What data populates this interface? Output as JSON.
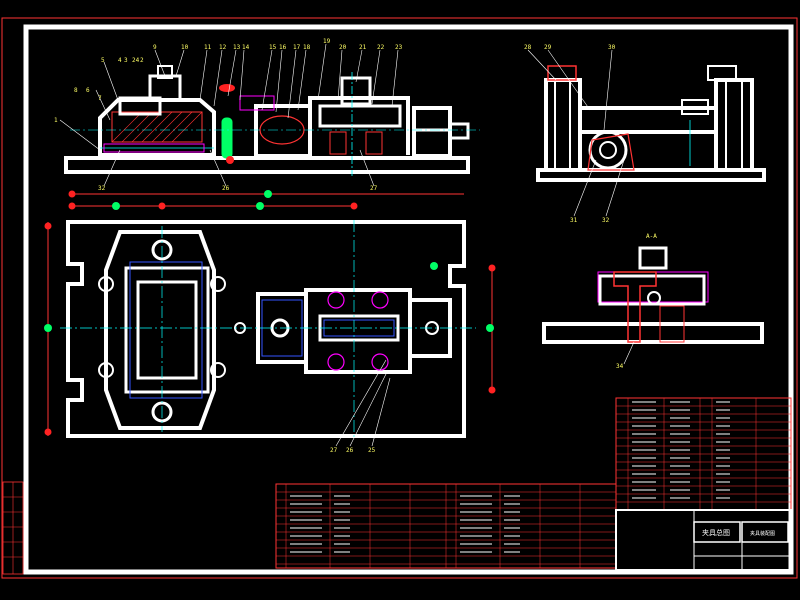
{
  "drawing": {
    "front_view_callouts": [
      "9",
      "10",
      "11",
      "12",
      "13",
      "14",
      "15",
      "16",
      "17",
      "18",
      "19",
      "20",
      "21",
      "22",
      "23",
      "24",
      "5",
      "4",
      "3",
      "2",
      "8",
      "6",
      "7",
      "1"
    ],
    "bottom_callouts": [
      "32",
      "26",
      "27"
    ],
    "side_view_callouts": [
      "28",
      "29",
      "30",
      "31",
      "32"
    ],
    "section_label": "A-A",
    "plan_callouts": [
      "27",
      "26",
      "25"
    ],
    "section_callout": "34"
  },
  "title_block": {
    "title": "夹具总图",
    "drawing_no": "夹具装配图"
  },
  "colors": {
    "background": "#000000",
    "outline": "#ffffff",
    "dimension": "#ff3333",
    "centerline": "#00ffff",
    "hidden": "#ff00ff",
    "marker": "#00ff66",
    "text": "#ffff66"
  }
}
